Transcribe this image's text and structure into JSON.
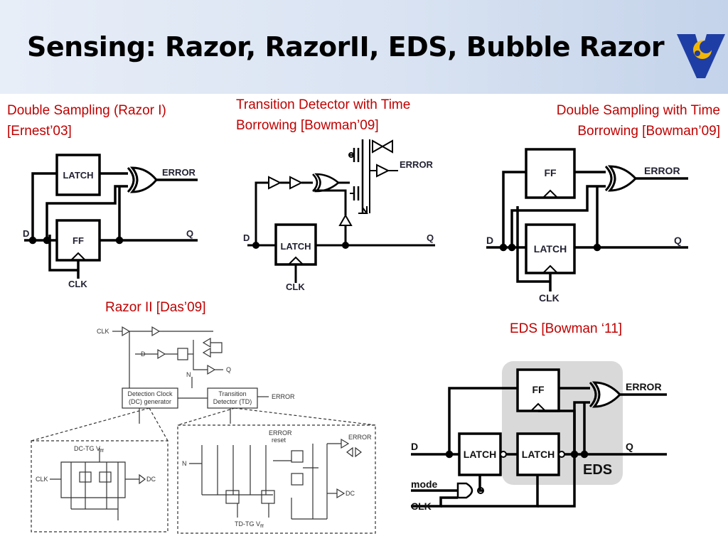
{
  "title": "Sensing: Razor, RazorII, EDS, Bubble Razor",
  "logo": {
    "icon": "university-v-logo-icon",
    "colors": {
      "blue": "#1f3ea5",
      "yellow": "#f2b705"
    }
  },
  "captions": {
    "razor1_line1": "Double Sampling (Razor I)",
    "razor1_line2": "[Ernest’03]",
    "td_line1": "Transition Detector with Time",
    "td_line2": "Borrowing [Bowman’09]",
    "dsb_line1": "Double Sampling with Time",
    "dsb_line2": "Borrowing [Bowman’09]",
    "razor2": "Razor II [Das’09]",
    "eds": "EDS [Bowman ‘11]"
  },
  "razor1": {
    "latch": "LATCH",
    "ff": "FF",
    "error": "ERROR",
    "d": "D",
    "q": "Q",
    "clk": "CLK"
  },
  "td": {
    "latch": "LATCH",
    "error": "ERROR",
    "d": "D",
    "q": "Q",
    "clk": "CLK"
  },
  "dsb": {
    "ff": "FF",
    "latch": "LATCH",
    "error": "ERROR",
    "d": "D",
    "q": "Q",
    "clk": "CLK"
  },
  "razor2_diagram": {
    "clk": "CLK",
    "d": "D",
    "n": "N",
    "q": "Q",
    "error": "ERROR",
    "dc_gen_line1": "Detection Clock",
    "dc_gen_line2": "(DC) generator",
    "td_line1": "Transition",
    "td_line2": "Detector (TD)",
    "dc_tg": "DC-TG V",
    "dc_tg_sub": "fff",
    "td_tg": "TD-TG V",
    "td_tg_sub": "fff",
    "dc_clk": "CLK",
    "dc_out": "DC",
    "td_n": "N",
    "td_error_reset_line1": "ERROR",
    "td_error_reset_line2": "reset",
    "td_error": "ERROR",
    "td_dc": "DC"
  },
  "eds_diagram": {
    "ff": "FF",
    "latch1": "LATCH",
    "latch2": "LATCH",
    "error": "ERROR",
    "d": "D",
    "q": "Q",
    "mode": "mode",
    "clk": "CLK",
    "eds": "EDS",
    "shade": "#d9d9d9"
  }
}
